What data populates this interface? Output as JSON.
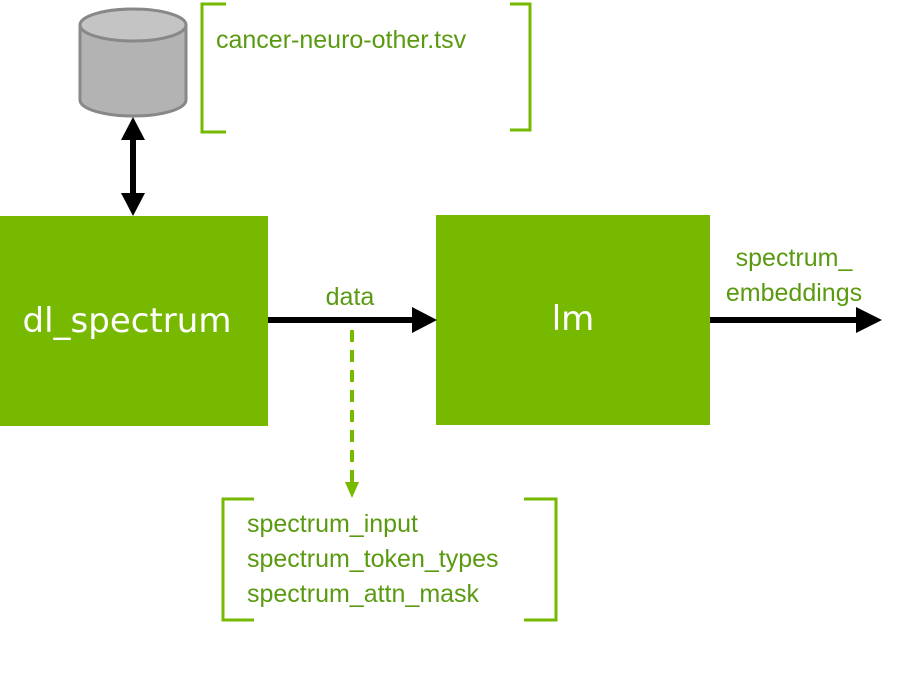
{
  "colors": {
    "accent_green": "#76b900",
    "text_green": "#5a9a10",
    "cylinder_fill": "#b3b3b3",
    "cylinder_stroke": "#888888",
    "arrow": "#000000"
  },
  "database": {
    "icon": "database-cylinder-icon",
    "file_label": "cancer-neuro-other.tsv"
  },
  "nodes": {
    "dataloader": {
      "label": "dl_spectrum"
    },
    "model": {
      "label": "lm"
    }
  },
  "edges": {
    "data_label": "data",
    "output_label_line1": "spectrum_",
    "output_label_line2": "embeddings"
  },
  "batch_fields": [
    "spectrum_input",
    "spectrum_token_types",
    "spectrum_attn_mask"
  ]
}
